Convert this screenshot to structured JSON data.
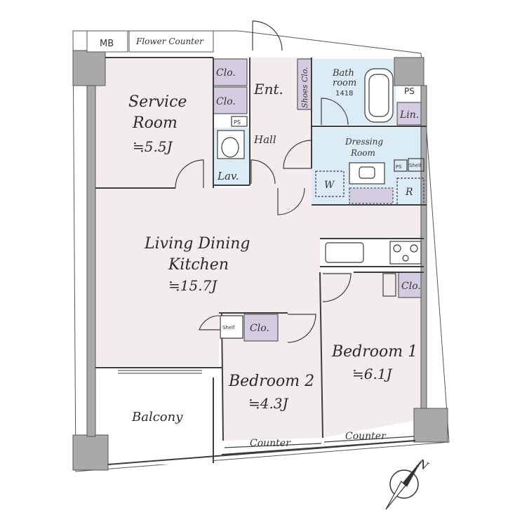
{
  "rooms": {
    "service_room": {
      "name_1": "Service",
      "name_2": "Room",
      "area": "≒5.5J"
    },
    "ldk": {
      "name_1": "Living Dining",
      "name_2": "Kitchen",
      "area": "≒15.7J"
    },
    "bedroom1": {
      "name": "Bedroom 1",
      "area": "≒6.1J"
    },
    "bedroom2": {
      "name": "Bedroom 2",
      "area": "≒4.3J"
    },
    "balcony": {
      "name": "Balcony"
    },
    "bathroom": {
      "name_1": "Bath",
      "name_2": "room",
      "size": "1418"
    },
    "dressing": {
      "name_1": "Dressing",
      "name_2": "Room"
    },
    "entrance": {
      "name": "Ent."
    },
    "hall": {
      "name": "Hall"
    },
    "lavatory": {
      "name": "Lav."
    }
  },
  "labels": {
    "mb": "MB",
    "flower_counter": "Flower Counter",
    "clo": "Clo.",
    "shoes_clo": "Shoes Clo.",
    "lin": "Lin.",
    "ps": "PS",
    "w": "W",
    "r": "R",
    "shelf": "Shelf",
    "counter": "Counter",
    "north": "N"
  },
  "colors": {
    "floor_pink": "#f3ecec",
    "wet_blue": "#dcecf6",
    "closet_purple": "#d4cde2",
    "wall_gray": "#a9a9a9",
    "line": "#3d3d3d"
  }
}
